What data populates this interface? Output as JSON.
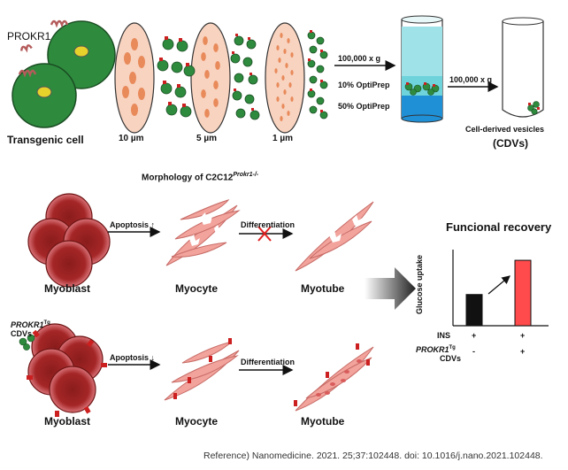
{
  "top": {
    "gene_label": "PROKR1",
    "transgenic_label": "Transgenic cell",
    "filters": [
      "10 µm",
      "5 µm",
      "1 µm"
    ],
    "centrifuge1": "100,000 x g",
    "optiprep10": "10% OptiPrep",
    "optiprep50": "50% OptiPrep",
    "centrifuge2": "100,000 x g",
    "cdv_label1": "Cell-derived vesicles",
    "cdv_label2": "(CDVs)"
  },
  "morphology_title": "Morphology of C2C12",
  "morphology_sup": "Prokr1-/-",
  "row1": {
    "myoblast": "Myoblast",
    "apoptosis": "Apoptosis ↑",
    "myocyte": "Myocyte",
    "differentiation": "Differentiation",
    "myotube": "Myotube"
  },
  "row2": {
    "prokr1": "PROKR1",
    "prokr1_sup": "Tg",
    "cdvs": "CDVs",
    "myoblast": "Myoblast",
    "apoptosis": "Apoptosis ↓",
    "myocyte": "Myocyte",
    "differentiation": "Differentiation",
    "myotube": "Myotube"
  },
  "recovery": {
    "title": "Funcional recovery",
    "ylabel": "Glucose uptake",
    "ins_label": "INS",
    "ins_values": [
      "+",
      "+"
    ],
    "cdv_label_main": "PROKR1",
    "cdv_label_sup": "Tg",
    "cdv_label_sub": "CDVs",
    "cdv_values": [
      "-",
      "+"
    ],
    "bars": [
      0.42,
      0.88
    ],
    "colors": [
      "#111111",
      "#ff4b4b"
    ]
  },
  "reference": "Reference) Nanomedicine. 2021. 25;37:102448. doi: 10.1016/j.nano.2021.102448."
}
